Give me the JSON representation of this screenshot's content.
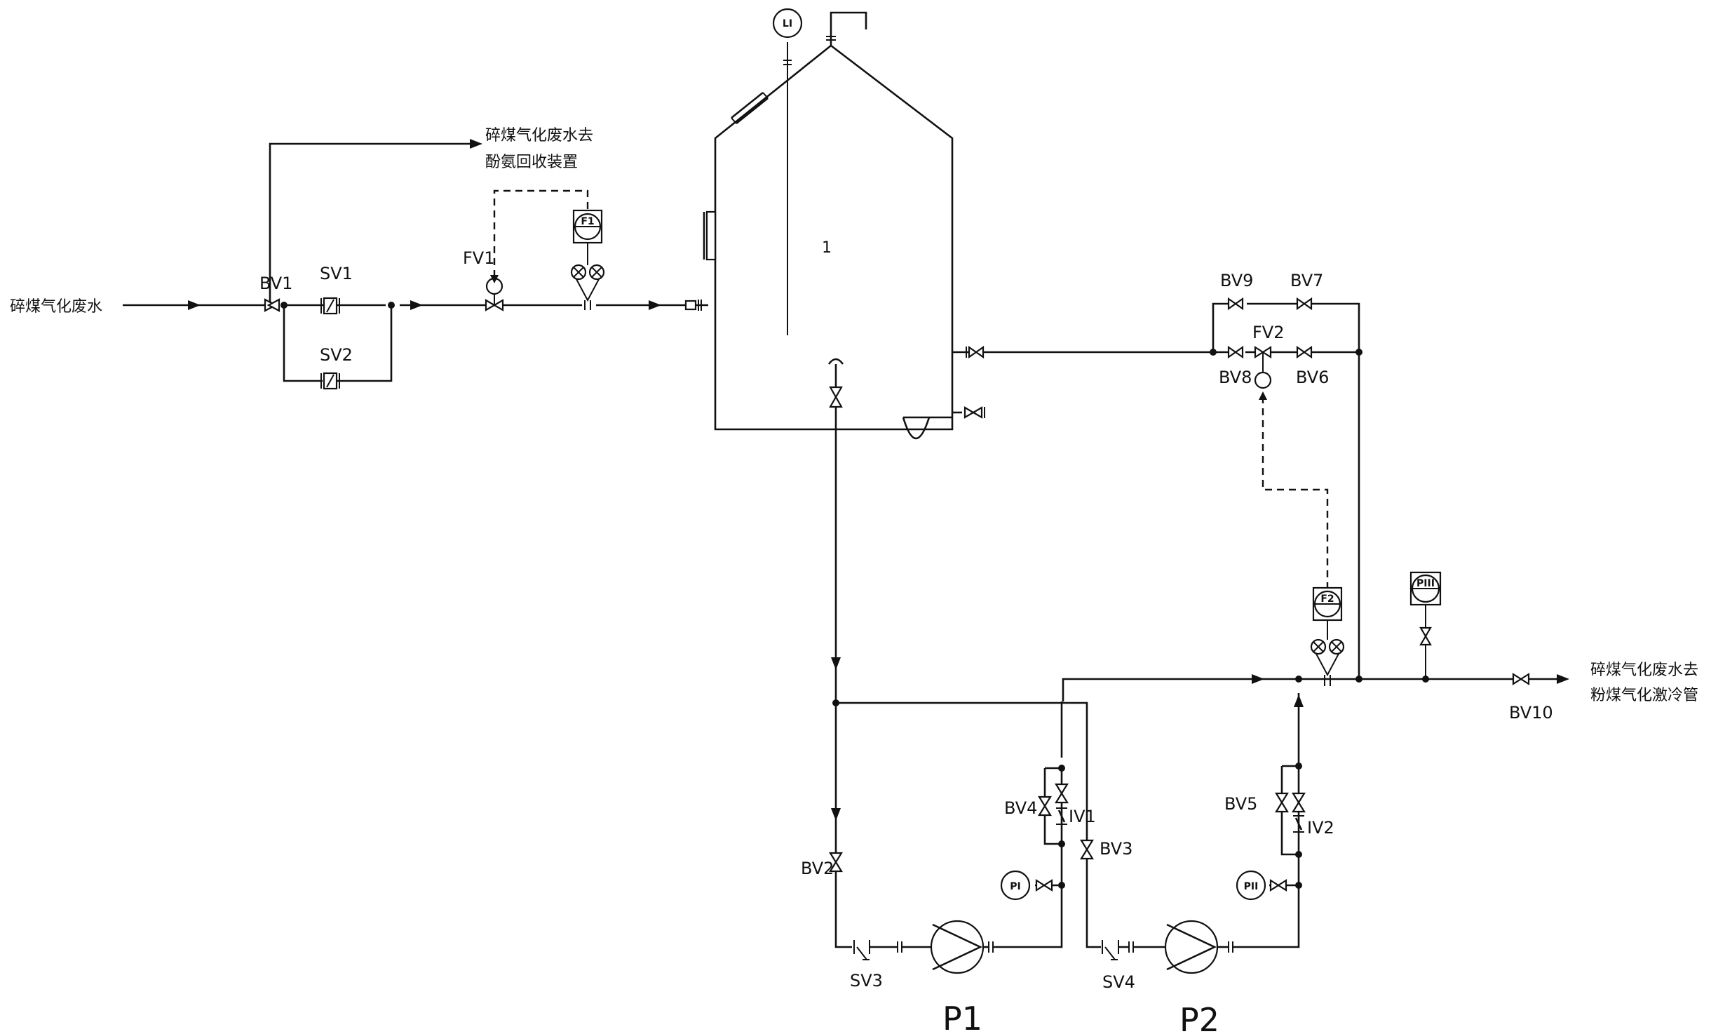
{
  "inlet": {
    "text": "碎煤气化废水"
  },
  "recovery": {
    "line1": "碎煤气化废水去",
    "line2": "酚氨回收装置"
  },
  "outlet": {
    "line1": "碎煤气化废水去",
    "line2": "粉煤气化激冷管"
  },
  "vessel": {
    "label": "1"
  },
  "instruments": {
    "LI": "LI",
    "F1": "F1",
    "F2": "F2",
    "PI": "PI",
    "PII": "PII",
    "PIII": "PIII"
  },
  "tags": {
    "BV1": "BV1",
    "BV2": "BV2",
    "BV3": "BV3",
    "BV4": "BV4",
    "BV5": "BV5",
    "BV6": "BV6",
    "BV7": "BV7",
    "BV8": "BV8",
    "BV9": "BV9",
    "BV10": "BV10",
    "SV1": "SV1",
    "SV2": "SV2",
    "SV3": "SV3",
    "SV4": "SV4",
    "FV1": "FV1",
    "FV2": "FV2",
    "IV1": "IV1",
    "IV2": "IV2",
    "P1": "P1",
    "P2": "P2"
  }
}
